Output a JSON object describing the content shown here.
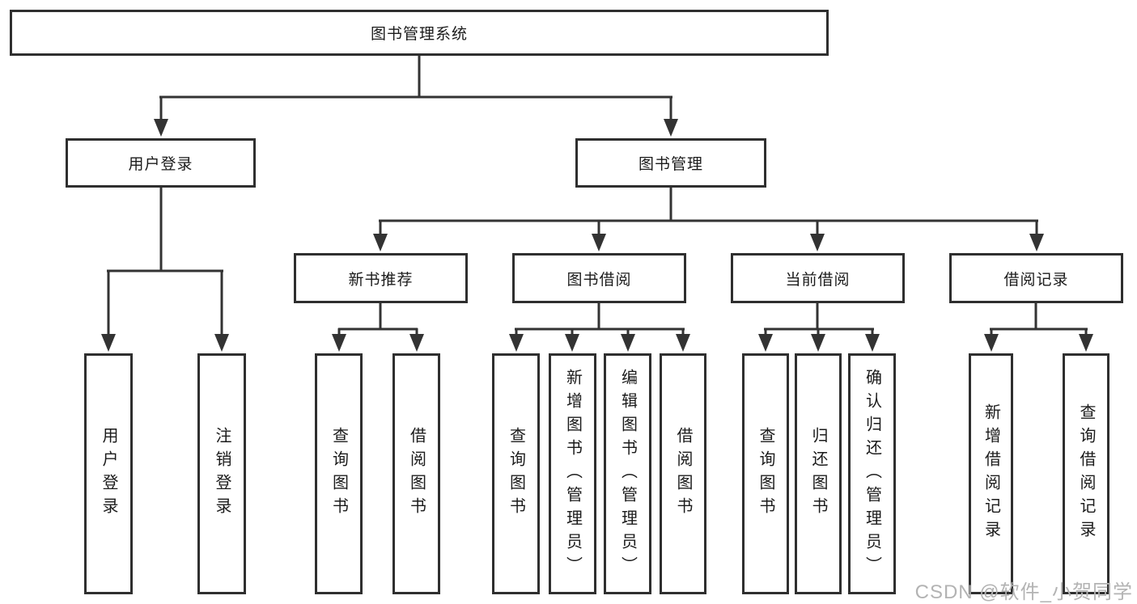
{
  "colors": {
    "line_color": "#333333",
    "box_border": "#2f2f2f",
    "box_fill": "#ffffff",
    "text_color": "#1b1b1b",
    "watermark_color": "#b3b3b3"
  },
  "watermark": {
    "text": "CSDN @软件_小贺同学"
  },
  "tree": {
    "label": "图书管理系统",
    "children": [
      {
        "label": "用户登录",
        "children": [
          {
            "label": "用户登录"
          },
          {
            "label": "注销登录"
          }
        ]
      },
      {
        "label": "图书管理",
        "children": [
          {
            "label": "新书推荐",
            "children": [
              {
                "label": "查询图书"
              },
              {
                "label": "借阅图书"
              }
            ]
          },
          {
            "label": "图书借阅",
            "children": [
              {
                "label": "查询图书"
              },
              {
                "label": "新增图书（管理员）"
              },
              {
                "label": "编辑图书（管理员）"
              },
              {
                "label": "借阅图书"
              }
            ]
          },
          {
            "label": "当前借阅",
            "children": [
              {
                "label": "查询图书"
              },
              {
                "label": "归还图书"
              },
              {
                "label": "确认归还（管理员）"
              }
            ]
          },
          {
            "label": "借阅记录",
            "children": [
              {
                "label": "新增借阅记录"
              },
              {
                "label": "查询借阅记录"
              }
            ]
          }
        ]
      }
    ]
  }
}
